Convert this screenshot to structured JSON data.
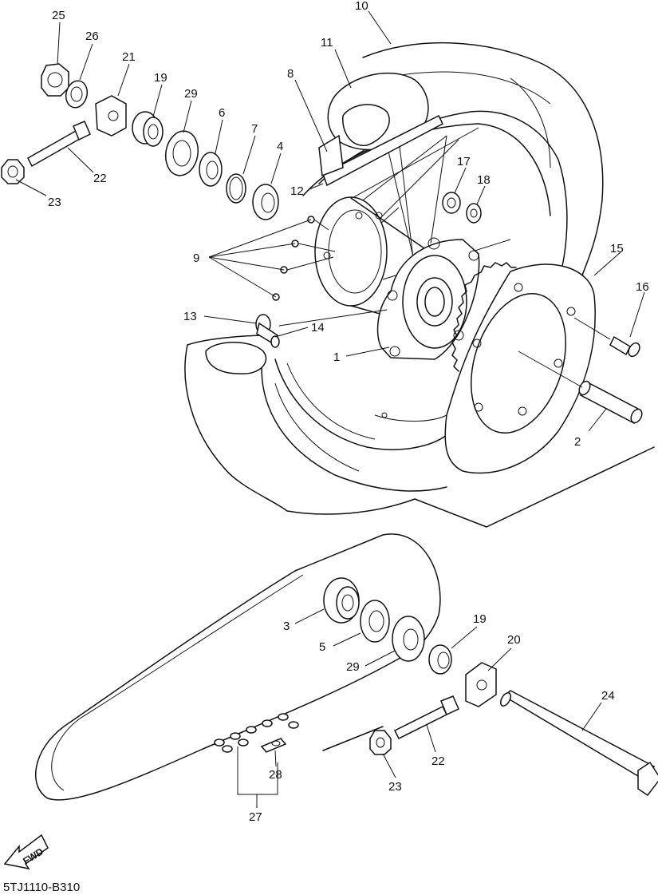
{
  "callouts": {
    "c1": "1",
    "c2": "2",
    "c3": "3",
    "c4": "4",
    "c5": "5",
    "c6": "6",
    "c7": "7",
    "c8": "8",
    "c9": "9",
    "c10": "10",
    "c11": "11",
    "c12": "12",
    "c13": "13",
    "c14": "14",
    "c15": "15",
    "c16": "16",
    "c17": "17",
    "c18": "18",
    "c19a": "19",
    "c19b": "19",
    "c20": "20",
    "c21": "21",
    "c22a": "22",
    "c22b": "22",
    "c23a": "23",
    "c23b": "23",
    "c24": "24",
    "c25": "25",
    "c26": "26",
    "c27": "27",
    "c28": "28",
    "c29a": "29",
    "c29b": "29"
  },
  "fwd_label": "FWD",
  "diagram_code": "5TJ1110-B310"
}
